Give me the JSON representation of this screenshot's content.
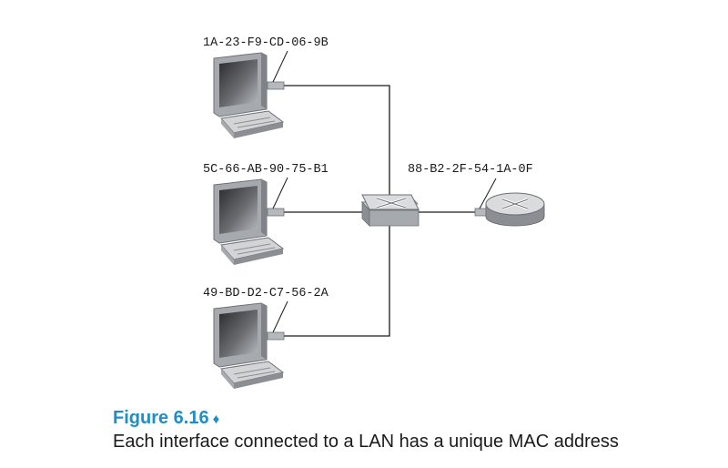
{
  "diagram": {
    "hosts": [
      {
        "mac": "1A-23-F9-CD-06-9B"
      },
      {
        "mac": "5C-66-AB-90-75-B1"
      },
      {
        "mac": "49-BD-D2-C7-56-2A"
      }
    ],
    "router": {
      "mac": "88-B2-2F-54-1A-0F"
    }
  },
  "caption": {
    "figure_label": "Figure 6.16",
    "bullet": "♦",
    "text": "Each interface connected to a LAN has a unique MAC address"
  },
  "colors": {
    "accent": "#1e8ec9",
    "line": "#1a1a1a",
    "device_gray": "#a6aaae",
    "device_light": "#d9dbdd",
    "device_dark": "#6d7176"
  }
}
